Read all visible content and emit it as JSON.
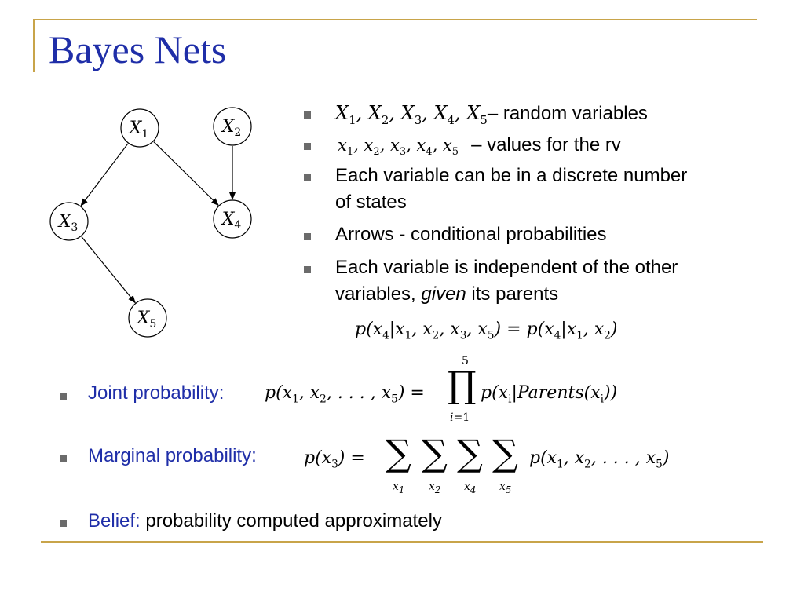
{
  "slide": {
    "title": "Bayes Nets"
  },
  "graph": {
    "nodes": [
      {
        "id": "X1",
        "base": "X",
        "sub": "1"
      },
      {
        "id": "X2",
        "base": "X",
        "sub": "2"
      },
      {
        "id": "X3",
        "base": "X",
        "sub": "3"
      },
      {
        "id": "X4",
        "base": "X",
        "sub": "4"
      },
      {
        "id": "X5",
        "base": "X",
        "sub": "5"
      }
    ],
    "edges": [
      {
        "from": "X1",
        "to": "X3"
      },
      {
        "from": "X1",
        "to": "X4"
      },
      {
        "from": "X2",
        "to": "X4"
      },
      {
        "from": "X3",
        "to": "X5"
      }
    ]
  },
  "bullets": {
    "b1_text": "– random variables",
    "b2_text": "– values for the rv",
    "b3_line1": "Each variable can be in a discrete number",
    "b3_line2": "of states",
    "b4_text": "Arrows - conditional probabilities",
    "b5_line1": "Each variable is independent of the other",
    "b5_line2_pre": "variables, ",
    "b5_line2_em": "given",
    "b5_line2_post": " its parents"
  },
  "lower": {
    "joint_label": "Joint probability:",
    "marginal_label": "Marginal probability:",
    "belief_label": "Belief:",
    "belief_text": " probability computed approximately"
  },
  "colors": {
    "accent": "#1f2ea8",
    "frame": "#c8a44a",
    "bullet": "#6b6b6b"
  }
}
